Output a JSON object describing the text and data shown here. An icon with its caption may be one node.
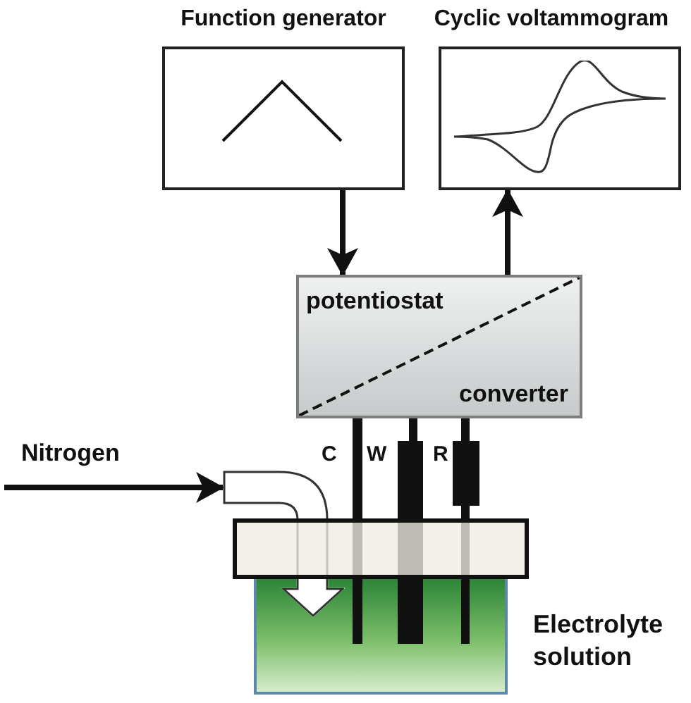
{
  "diagram": {
    "nodes": [
      {
        "text": [
          "Function generator"
        ]
      },
      {
        "text": [
          "Cyclic voltammogram"
        ]
      },
      {
        "text": [
          "potentiostat",
          "converter"
        ]
      },
      {
        "text": [
          "C"
        ]
      },
      {
        "text": [
          "W"
        ]
      },
      {
        "text": [
          "R"
        ]
      },
      {
        "text": [],
        "shape": "pipe"
      },
      {
        "text": [],
        "shape": "box"
      },
      {
        "text": [
          "Electrolyte solution"
        ]
      }
    ],
    "edges": [
      {
        "from": 0,
        "to": 2,
        "arrow": "to"
      },
      {
        "from": 2,
        "to": 1,
        "arrow": "to"
      },
      {
        "from": null,
        "to": 6,
        "arrow": "to",
        "label": "Nitrogen"
      }
    ]
  }
}
